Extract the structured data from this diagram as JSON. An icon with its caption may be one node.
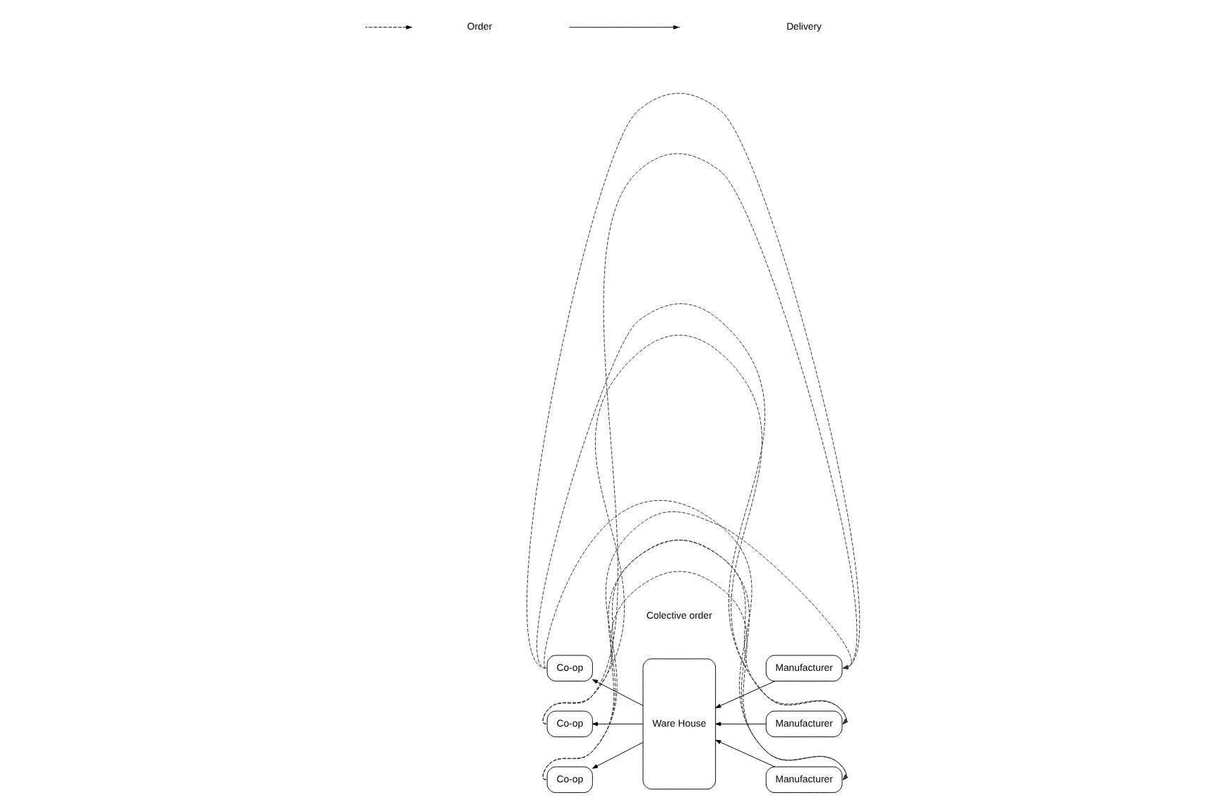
{
  "diagram": {
    "nodes": [
      {
        "text": [
          "Co-op"
        ]
      },
      {
        "text": [
          "Co-op"
        ]
      },
      {
        "text": [
          "Co-op"
        ]
      },
      {
        "text": [
          "Ware House"
        ]
      },
      {
        "text": [
          "Manufacturer"
        ]
      },
      {
        "text": [
          "Manufacturer"
        ]
      },
      {
        "text": [
          "Manufacturer"
        ]
      }
    ],
    "edges": [
      {
        "from": 3,
        "to": 0,
        "arrow": "to"
      },
      {
        "from": 3,
        "to": 1,
        "arrow": "to"
      },
      {
        "from": 3,
        "to": 2,
        "arrow": "to"
      },
      {
        "from": 4,
        "to": 3,
        "arrow": "to"
      },
      {
        "from": 5,
        "to": 3,
        "arrow": "to"
      },
      {
        "from": 6,
        "to": 3,
        "arrow": "to"
      },
      {
        "from": 0,
        "to": 4,
        "arrow": "to",
        "style": "dashed"
      },
      {
        "from": 0,
        "to": 5,
        "arrow": "to",
        "style": "dashed"
      },
      {
        "from": 0,
        "to": 6,
        "arrow": "to",
        "style": "dashed"
      },
      {
        "from": 1,
        "to": 4,
        "arrow": "to",
        "style": "dashed"
      },
      {
        "from": 1,
        "to": 5,
        "arrow": "to",
        "style": "dashed"
      },
      {
        "from": 1,
        "to": 6,
        "arrow": "to",
        "style": "dashed"
      },
      {
        "from": 2,
        "to": 4,
        "arrow": "to",
        "style": "dashed"
      },
      {
        "from": 2,
        "to": 5,
        "arrow": "to",
        "style": "dashed"
      },
      {
        "from": 2,
        "to": 6,
        "arrow": "to",
        "style": "dashed"
      }
    ],
    "labels": [
      "Colective order"
    ],
    "legend": [
      {
        "text": "Order"
      },
      {
        "text": "Delivery"
      }
    ]
  }
}
